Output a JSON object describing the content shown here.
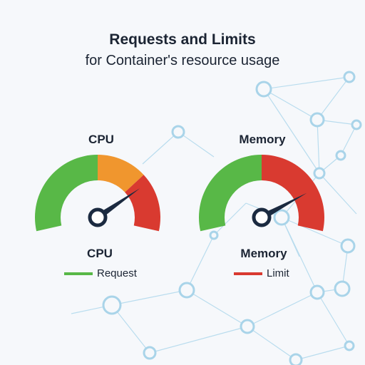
{
  "title": "Requests and Limits",
  "subtitle": "for  Container's resource usage",
  "gauges": [
    {
      "title": "CPU",
      "label": "CPU",
      "legend_label": "Request",
      "legend_color": "#58b847",
      "needle_fraction": 0.77,
      "segments": [
        {
          "from": 0.0,
          "to": 0.5,
          "color": "#58b847"
        },
        {
          "from": 0.5,
          "to": 0.73,
          "color": "#f0962e"
        },
        {
          "from": 0.73,
          "to": 1.0,
          "color": "#d93a30"
        }
      ]
    },
    {
      "title": "Memory",
      "label": "Memory",
      "legend_label": "Limit",
      "legend_color": "#d93a30",
      "needle_fraction": 0.8,
      "segments": [
        {
          "from": 0.0,
          "to": 0.5,
          "color": "#58b847"
        },
        {
          "from": 0.5,
          "to": 1.0,
          "color": "#d93a30"
        }
      ]
    }
  ],
  "colors": {
    "needle": "#1b2a40",
    "network": "#a9d4e9"
  }
}
